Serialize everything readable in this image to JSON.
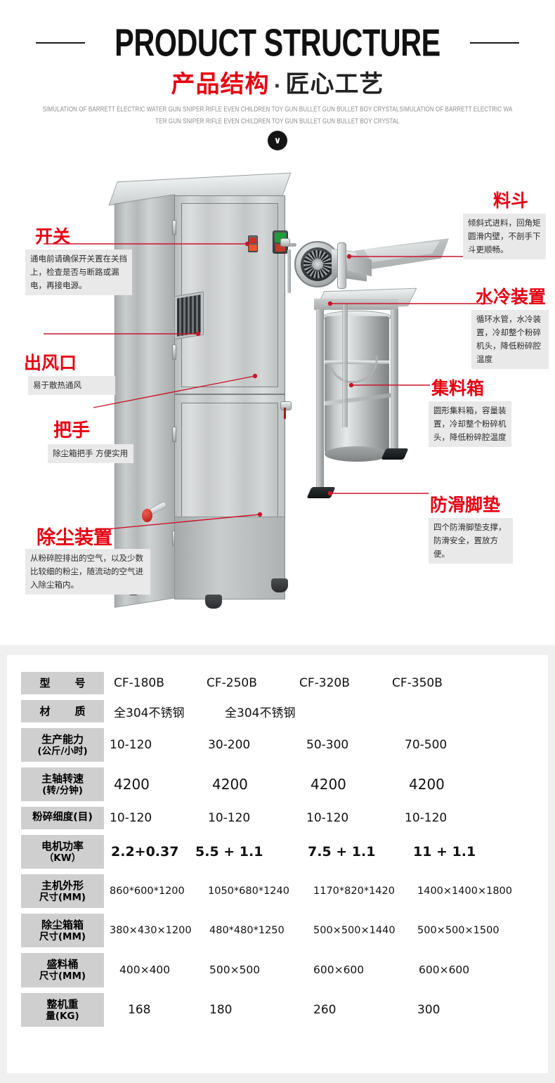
{
  "header": {
    "main_title": "PRODUCT STRUCTURE",
    "sub_red": "产品结构",
    "sub_dot": "·",
    "sub_dark": "匠心工艺",
    "eng_line1": "SIMULATION OF BARRETT ELECTRIC WATER GUN SNIPER RIFLE EVEN CHILDREN TOY GUN BULLET GUN BULLET BOY CRYSTALSIMULATION OF BARRETT ELECTRIC WA",
    "eng_line2": "TER GUN SNIPER RIFLE EVEN CHILDREN TOY GUN BULLET GUN BULLET BOY CRYSTAL",
    "chevron": "∨",
    "accent_red": "#e60012"
  },
  "annotations": [
    {
      "id": "switch",
      "title": "开关",
      "desc": "通电前请确保开关置在关挡上，检查是否与断路或漏电，再接电源。"
    },
    {
      "id": "air-outlet",
      "title": "出风口",
      "desc": "易于散热通风"
    },
    {
      "id": "handle",
      "title": "把手",
      "desc": "除尘箱把手 方便实用"
    },
    {
      "id": "dust-device",
      "title": "除尘装置",
      "desc": "从粉碎腔排出的空气，以及少数比较细的粉尘，随流动的空气进入除尘箱内。"
    },
    {
      "id": "hopper",
      "title": "料斗",
      "desc": "倾斜式进料，回角矩圆滑内壁，不剖手下斗更顺畅。"
    },
    {
      "id": "water-cooling",
      "title": "水冷装置",
      "desc": "循环水管，水冷装置，冷却整个粉碎机头，降低粉碎腔温度"
    },
    {
      "id": "collection-bin",
      "title": "集料箱",
      "desc": "圆形集料箱，容量装置，冷却整个粉碎机头，降低粉碎腔温度"
    },
    {
      "id": "anti-slip-feet",
      "title": "防滑脚垫",
      "desc": "四个防滑脚垫支撑，防滑安全，置放方便。"
    }
  ],
  "spec_table": {
    "rows": [
      {
        "label": "型　号",
        "label_sub": "",
        "values": [
          "CF-180B",
          "CF-250B",
          "CF-320B",
          "CF-350B"
        ]
      },
      {
        "label": "材　质",
        "label_sub": "",
        "values": [
          "全304不锈钢",
          "全304不锈钢"
        ]
      },
      {
        "label": "生产能力",
        "label_sub": "(公斤/小时)",
        "values": [
          "10-120",
          "30-200",
          "50-300",
          "70-500"
        ]
      },
      {
        "label": "主轴转速",
        "label_sub": "(转/分钟)",
        "values": [
          "4200",
          "4200",
          "4200",
          "4200"
        ]
      },
      {
        "label": "粉碎细度(目)",
        "label_sub": "",
        "values": [
          "10-120",
          "10-120",
          "10-120",
          "10-120"
        ]
      },
      {
        "label": "电机功率",
        "label_sub": "（KW）",
        "values": [
          "2.2+0.37",
          "5.5 + 1.1",
          "7.5 + 1.1",
          "11 + 1.1"
        ]
      },
      {
        "label": "主机外形",
        "label_sub": "尺寸(MM)",
        "values": [
          "860*600*1200",
          "1050*680*1240",
          "1170*820*1420",
          "1400×1400×1800"
        ]
      },
      {
        "label": "除尘箱箱",
        "label_sub": "尺寸(MM)",
        "values": [
          "380×430×1200",
          "480*480*1250",
          "500×500×1440",
          "500×500×1500"
        ]
      },
      {
        "label": "盛料桶",
        "label_sub": "尺寸(MM)",
        "values": [
          "400×400",
          "500×500",
          "600×600",
          "600×600"
        ]
      },
      {
        "label": "整机重",
        "label_sub": "量(KG)",
        "values": [
          "168",
          "180",
          "260",
          "300"
        ]
      }
    ]
  }
}
